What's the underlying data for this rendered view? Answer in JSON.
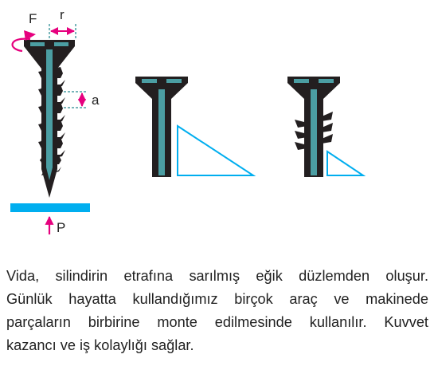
{
  "labels": {
    "force": "F",
    "radius": "r",
    "pitch": "a",
    "pressure": "P"
  },
  "caption": [
    "Vida, silindirin etrafına sarılmış eğik düzlemden oluşur.",
    "Günlük hayatta kullandığımız birçok araç ve makinede",
    "parçaların birbirine monte edilmesinde kullanılır. Kuvvet",
    "kazancı ve iş kolaylığı sağlar."
  ],
  "colors": {
    "screw": "#231f20",
    "shaft": "#4b9ea3",
    "accent": "#e6007e",
    "base": "#00aeef",
    "incline": "#00aeef"
  }
}
